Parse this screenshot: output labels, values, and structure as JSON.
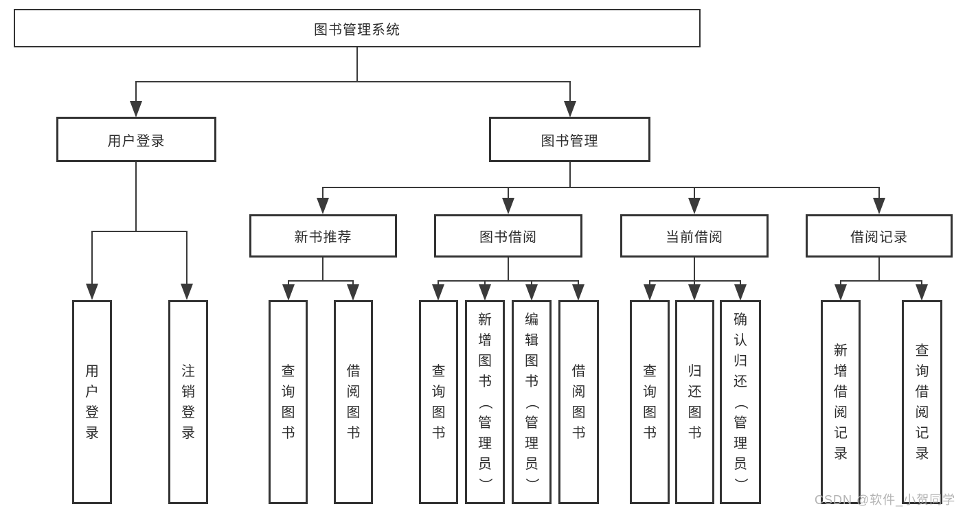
{
  "tree": {
    "root": "图书管理系统",
    "branches": [
      {
        "label": "用户登录",
        "leaves": [
          "用户登录",
          "注销登录"
        ]
      },
      {
        "label": "图书管理",
        "groups": [
          {
            "label": "新书推荐",
            "leaves": [
              "查询图书",
              "借阅图书"
            ]
          },
          {
            "label": "图书借阅",
            "leaves": [
              "查询图书",
              "新增图书（管理员）",
              "编辑图书（管理员）",
              "借阅图书"
            ]
          },
          {
            "label": "当前借阅",
            "leaves": [
              "查询图书",
              "归还图书",
              "确认归还（管理员）"
            ]
          },
          {
            "label": "借阅记录",
            "leaves": [
              "新增借阅记录",
              "查询借阅记录"
            ]
          }
        ]
      }
    ]
  },
  "watermark": "CSDN @软件_小贺同学",
  "colors": {
    "line": "#3a3a3a",
    "box_border": "#333333",
    "text": "#2d2d2d",
    "watermark": "#afafaf",
    "background": "#ffffff"
  }
}
